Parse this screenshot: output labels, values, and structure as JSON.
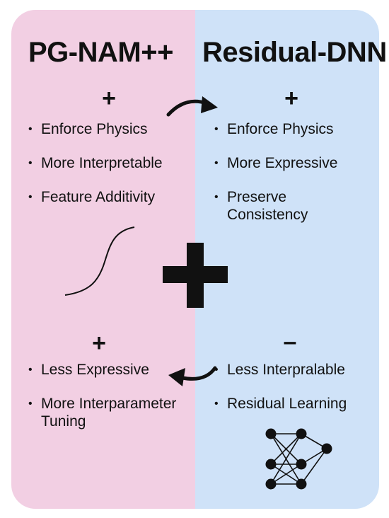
{
  "left_panel": {
    "title": "PG-NAM++",
    "color": "#f2cfe3",
    "pros_sign": "+",
    "pros": [
      "Enforce Physics",
      "More Interpretable",
      "Feature Additivity"
    ],
    "cons_sign": "+",
    "cons": [
      "Less Expressive",
      "More Interparameter",
      "Tuning"
    ]
  },
  "right_panel": {
    "title": "Residual-DNN",
    "color": "#cfe2f8",
    "pros_sign": "+",
    "pros": [
      "Enforce Physics",
      "More Expressive",
      "Preserve",
      "Consistency"
    ],
    "cons_sign": "–",
    "cons": [
      "Less Interpralable",
      "Residual Learning"
    ]
  },
  "center_sign": "+",
  "icons": [
    "curved-arrow-right-icon",
    "curved-arrow-left-icon",
    "sigmoid-curve-icon",
    "big-plus-icon",
    "neural-network-icon"
  ]
}
